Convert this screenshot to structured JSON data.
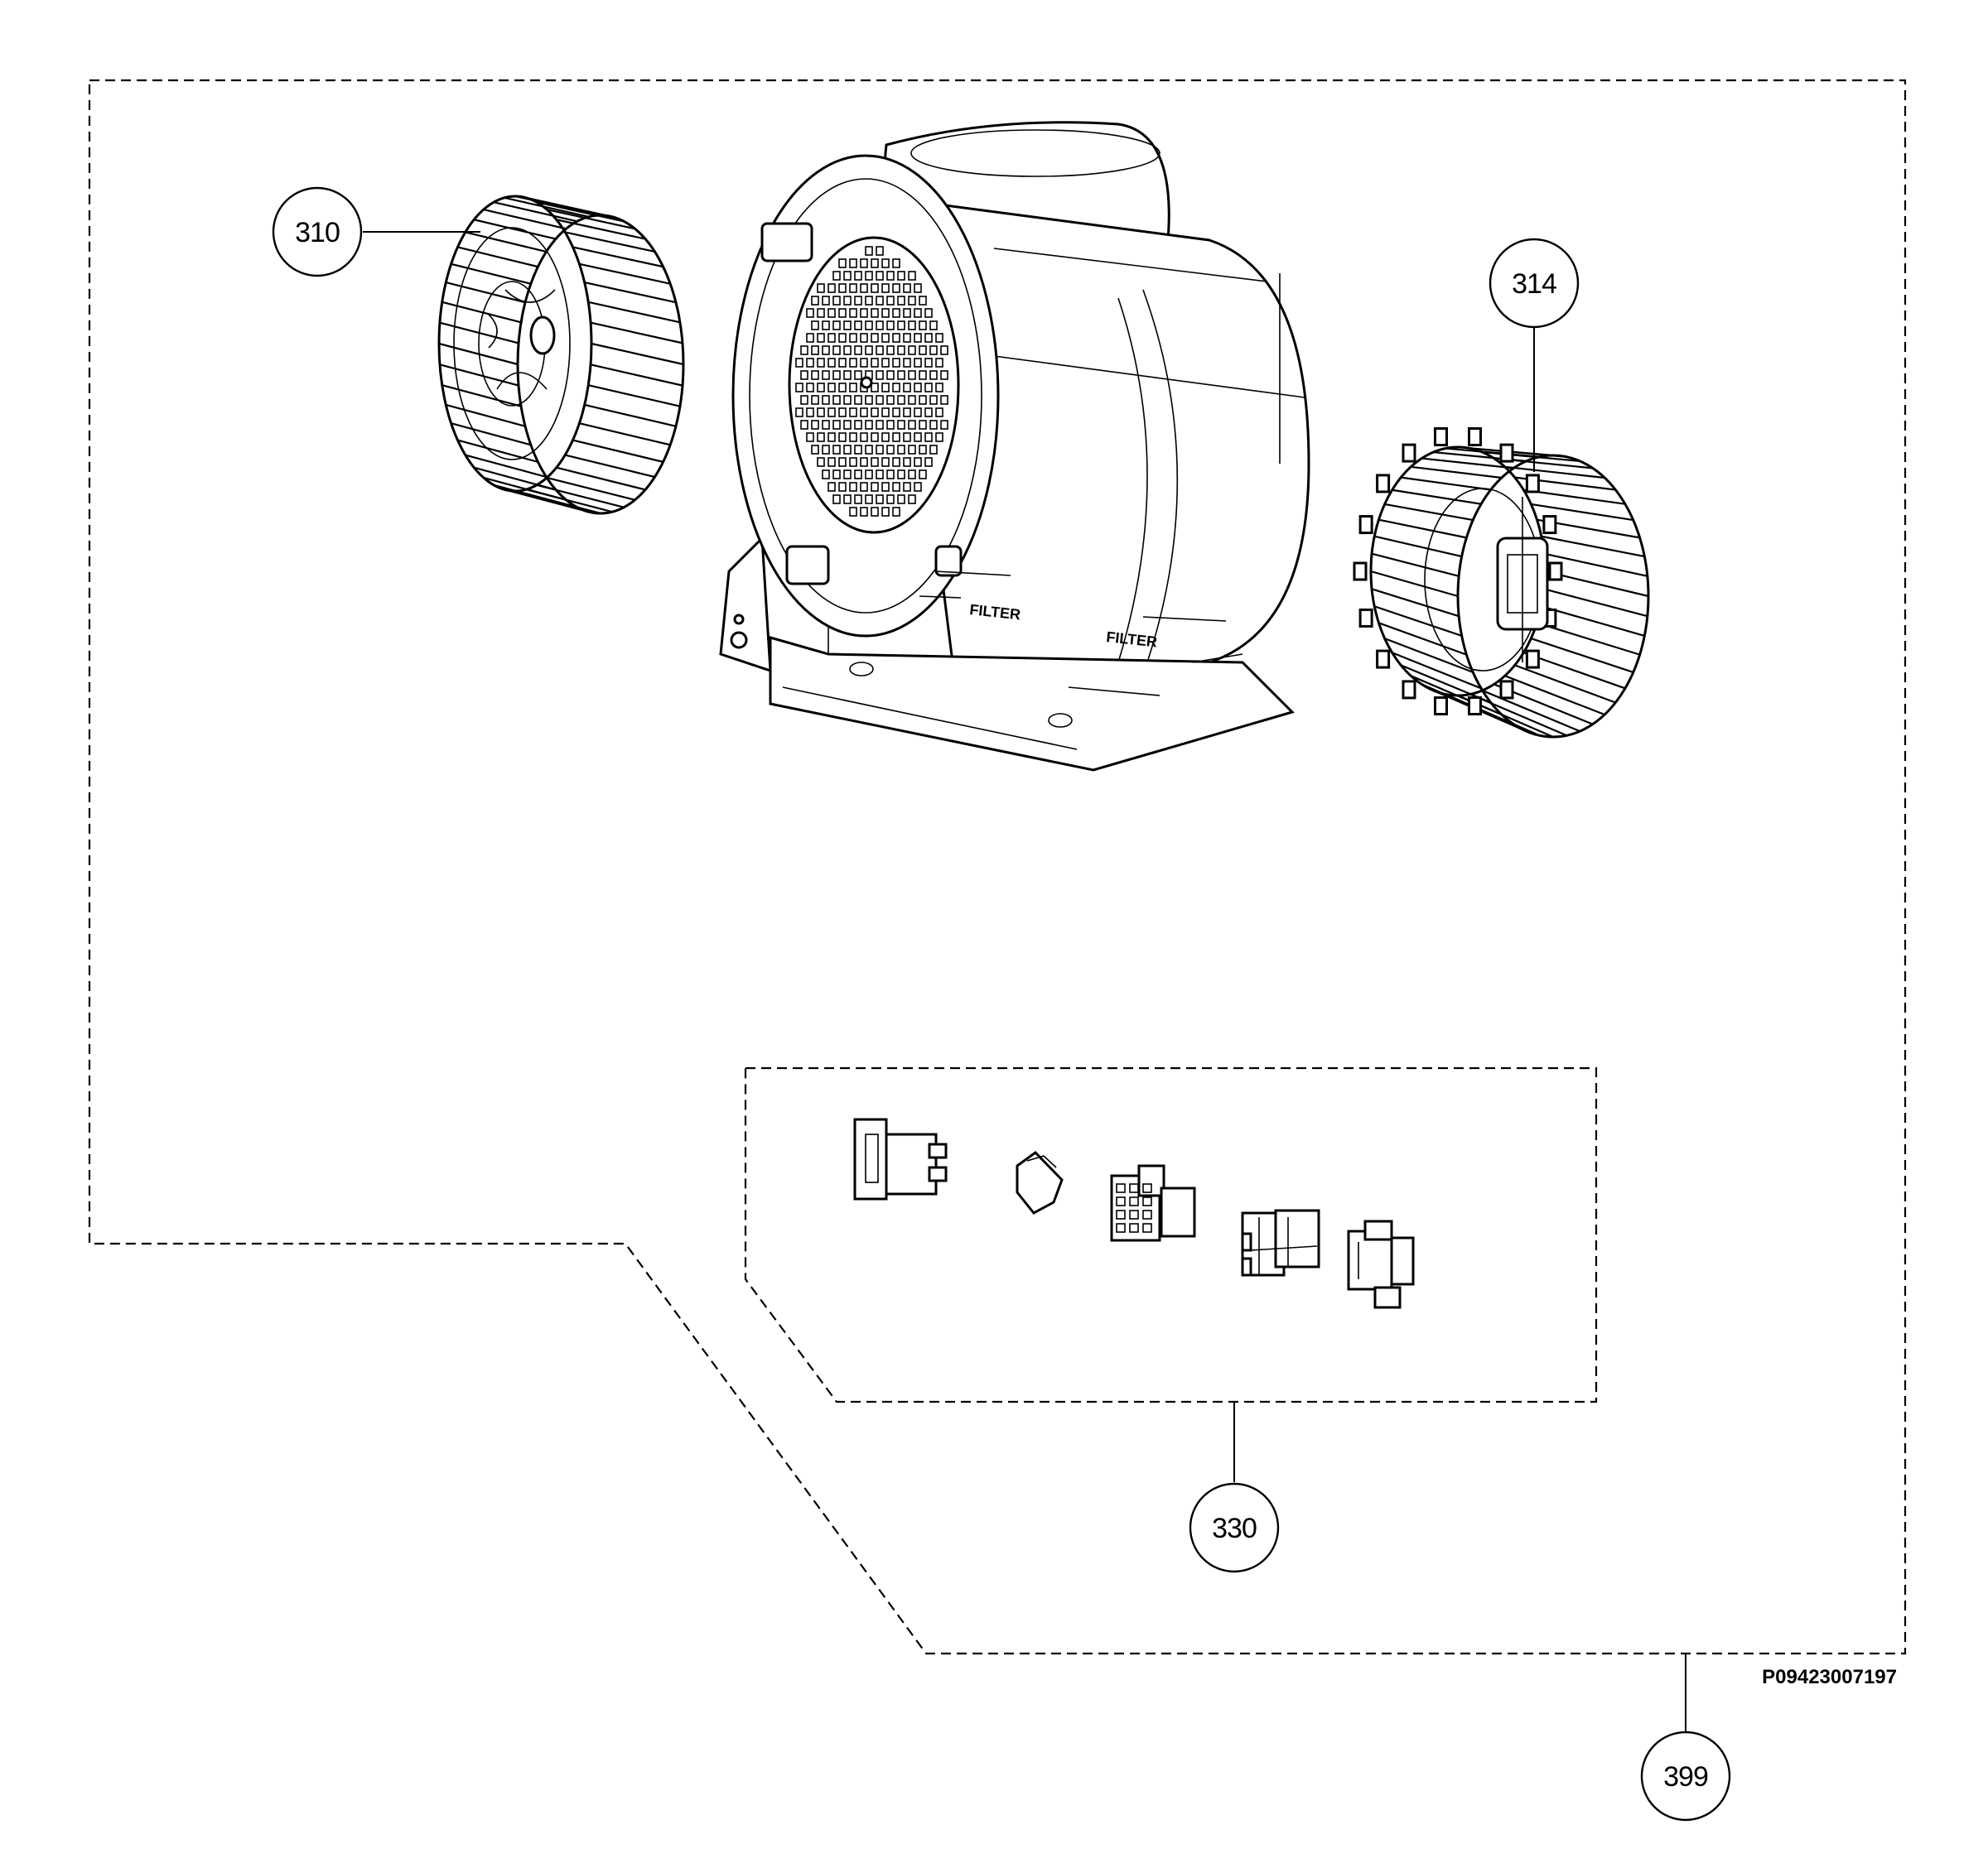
{
  "document": {
    "number": "P09423007197"
  },
  "callouts": {
    "impeller_left": "310",
    "impeller_right": "314",
    "connector_kit": "330",
    "assembly": "399"
  },
  "icons": {
    "impeller_left": "blower-wheel-icon",
    "impeller_right": "blower-wheel-icon",
    "housing": "blower-housing-icon",
    "connectors": "connector-icon"
  },
  "housing": {
    "label_1": "FILTER",
    "label_2": "FILTER"
  }
}
